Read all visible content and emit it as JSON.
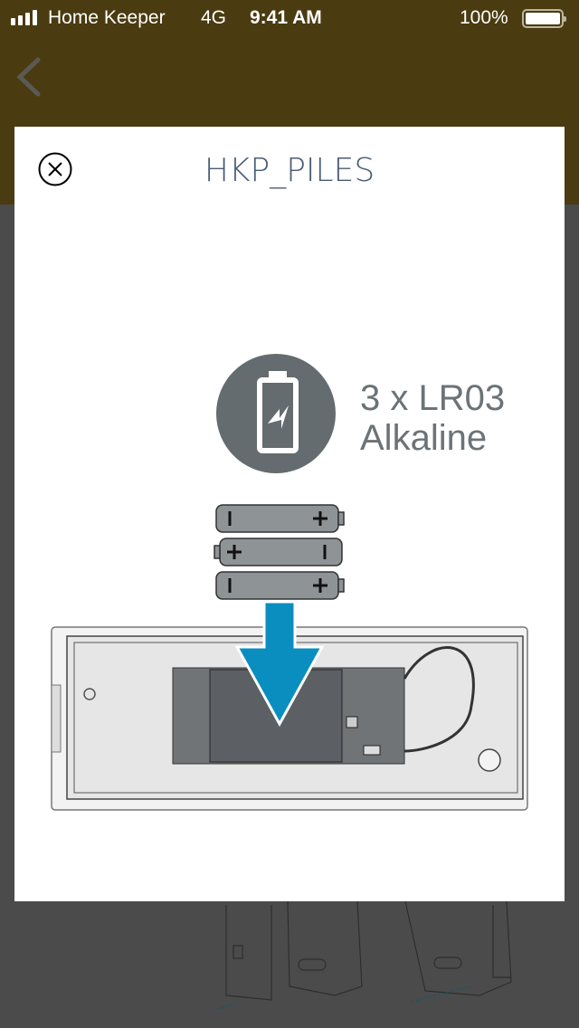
{
  "status_bar": {
    "carrier": "Home Keeper",
    "network": "4G",
    "time": "9:41 AM",
    "battery": "100%"
  },
  "nav": {
    "back_icon": "chevron-left-icon"
  },
  "modal": {
    "title": "HKP_PILES",
    "close_icon": "close-circle-icon",
    "battery_spec_line1": "3 x LR03",
    "battery_spec_line2": "Alkaline",
    "battery_icon": "battery-charging-icon"
  },
  "colors": {
    "header": "#4a3b11",
    "title": "#4a5c74",
    "arrow": "#0a8ec0",
    "icon_circle": "#646c70"
  }
}
